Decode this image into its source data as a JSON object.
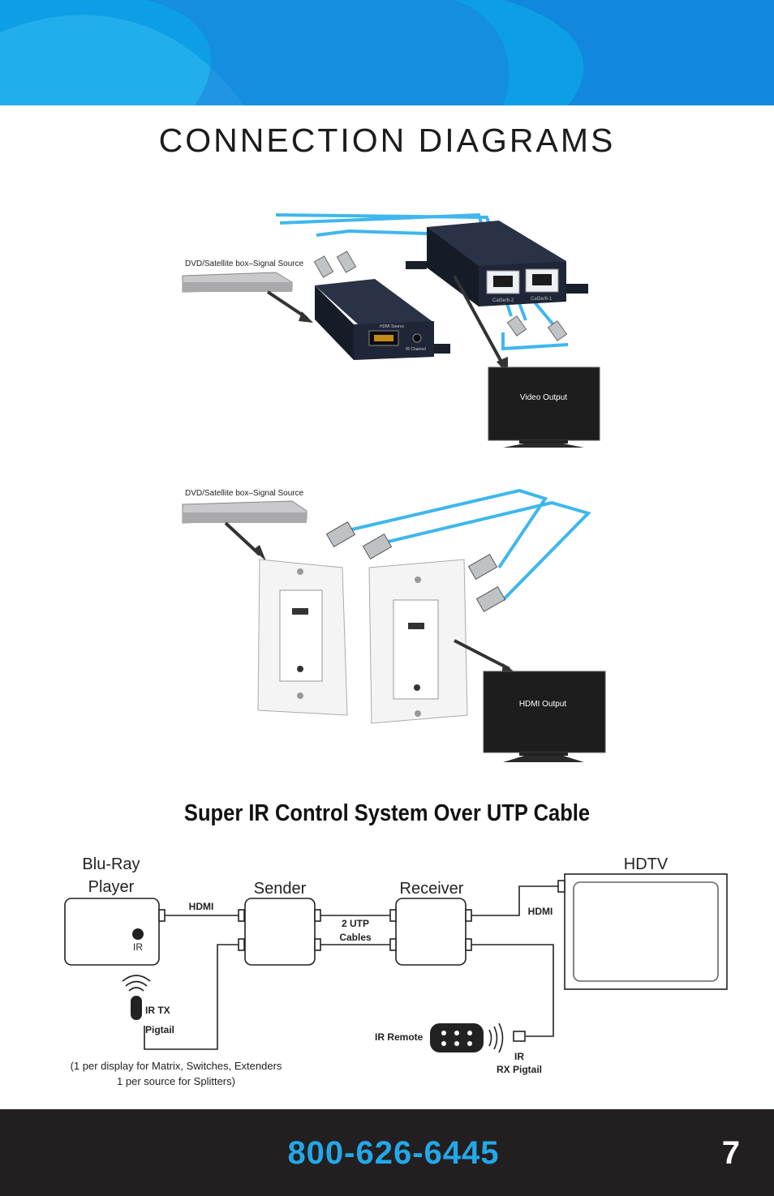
{
  "header": {
    "title": "CONNECTION DIAGRAMS"
  },
  "diagram1": {
    "source_label": "DVD/Satellite box–Signal Source",
    "sender_port_label": "HDMI Source",
    "sender_ir_label": "IR Channel",
    "port_left_label": "Cat5e/6-2",
    "port_right_label": "Cat5e/6-1",
    "tv_label": "Video Output"
  },
  "diagram2": {
    "source_label": "DVD/Satellite box–Signal Source",
    "tv_label": "HDMI Output"
  },
  "ir_system": {
    "title": "Super IR Control System Over UTP Cable",
    "bluray_label": "Blu-Ray\nPlayer",
    "sender_label": "Sender",
    "receiver_label": "Receiver",
    "hdtv_label": "HDTV",
    "hdmi_left": "HDMI",
    "hdmi_right": "HDMI",
    "utp_label": "2 UTP\nCables",
    "ir_label": "IR",
    "ir_tx_label": "IR TX",
    "pigtail_label": "Pigtail",
    "ir_remote_label": "IR Remote",
    "ir_rx_label": "IR\nRX Pigtail",
    "note_line1": "(1 per display for Matrix, Switches, Extenders",
    "note_line2": "1 per source for Splitters)"
  },
  "footer": {
    "phone": "800-626-6445",
    "page_number": "7"
  },
  "colors": {
    "banner": "#0aa4e8",
    "cable": "#3fb7ec",
    "footer": "#231f20",
    "phone": "#22a8e8"
  }
}
